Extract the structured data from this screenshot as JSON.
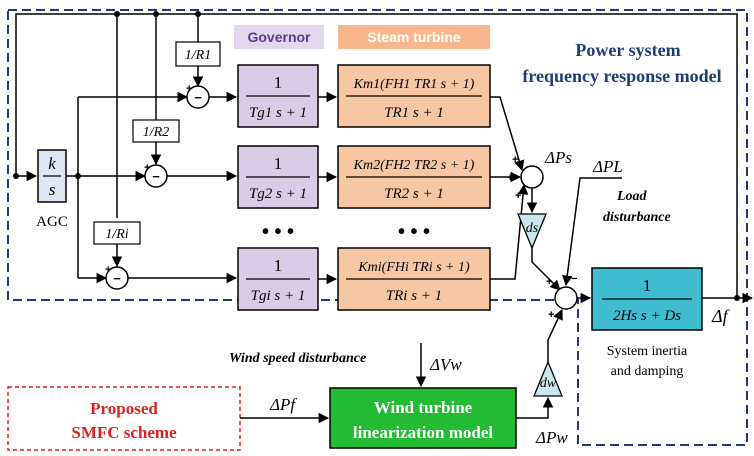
{
  "labels": {
    "governor": "Governor",
    "steam_turbine": "Steam turbine",
    "title_line1": "Power system",
    "title_line2": "frequency response model",
    "agc": "AGC",
    "agc_num": "k",
    "agc_den": "s",
    "r1": "1/R1",
    "r2": "1/R2",
    "ri": "1/Ri",
    "gov_num": "1",
    "gov1_den": "Tg1 s + 1",
    "gov2_den": "Tg2 s + 1",
    "govi_den": "Tgi s + 1",
    "turb1_num": "Km1(FH1 TR1 s + 1)",
    "turb1_den": "TR1 s + 1",
    "turb2_num": "Km2(FH2 TR2 s + 1)",
    "turb2_den": "TR2 s + 1",
    "turbi_num": "Kmi(FHi TRi s + 1)",
    "turbi_den": "TRi s + 1",
    "dots": "• • •",
    "dps": "ΔPs",
    "ds": "ds",
    "dpl": "ΔPL",
    "load_dist_1": "Load",
    "load_dist_2": "disturbance",
    "sys_num": "1",
    "sys_den": "2Hs s + Ds",
    "sys_note_1": "System inertia",
    "sys_note_2": "and damping",
    "df": "Δf",
    "wind_speed": "Wind speed disturbance",
    "dvw": "ΔVw",
    "dw": "dw",
    "dpf": "ΔPf",
    "dpw": "ΔPw",
    "wt_line1": "Wind turbine",
    "wt_line2": "linearization model",
    "smfc_line1": "Proposed",
    "smfc_line2": "SMFC scheme"
  },
  "colors": {
    "governor_fill": "#d8cce6",
    "governor_label_bg": "#e2d8ee",
    "governor_label_text": "#5e3a8c",
    "turbine_fill": "#f7c6a2",
    "turbine_label_bg": "#f5b78b",
    "turbine_label_text": "#ffffff",
    "agc_fill": "#dfe6f4",
    "sys_fill": "#3fbccf",
    "wind_fill": "#22bb33",
    "smfc_text": "#e02020",
    "title_text": "#1f3c7a",
    "dashed_border": "#1f3c7a"
  }
}
